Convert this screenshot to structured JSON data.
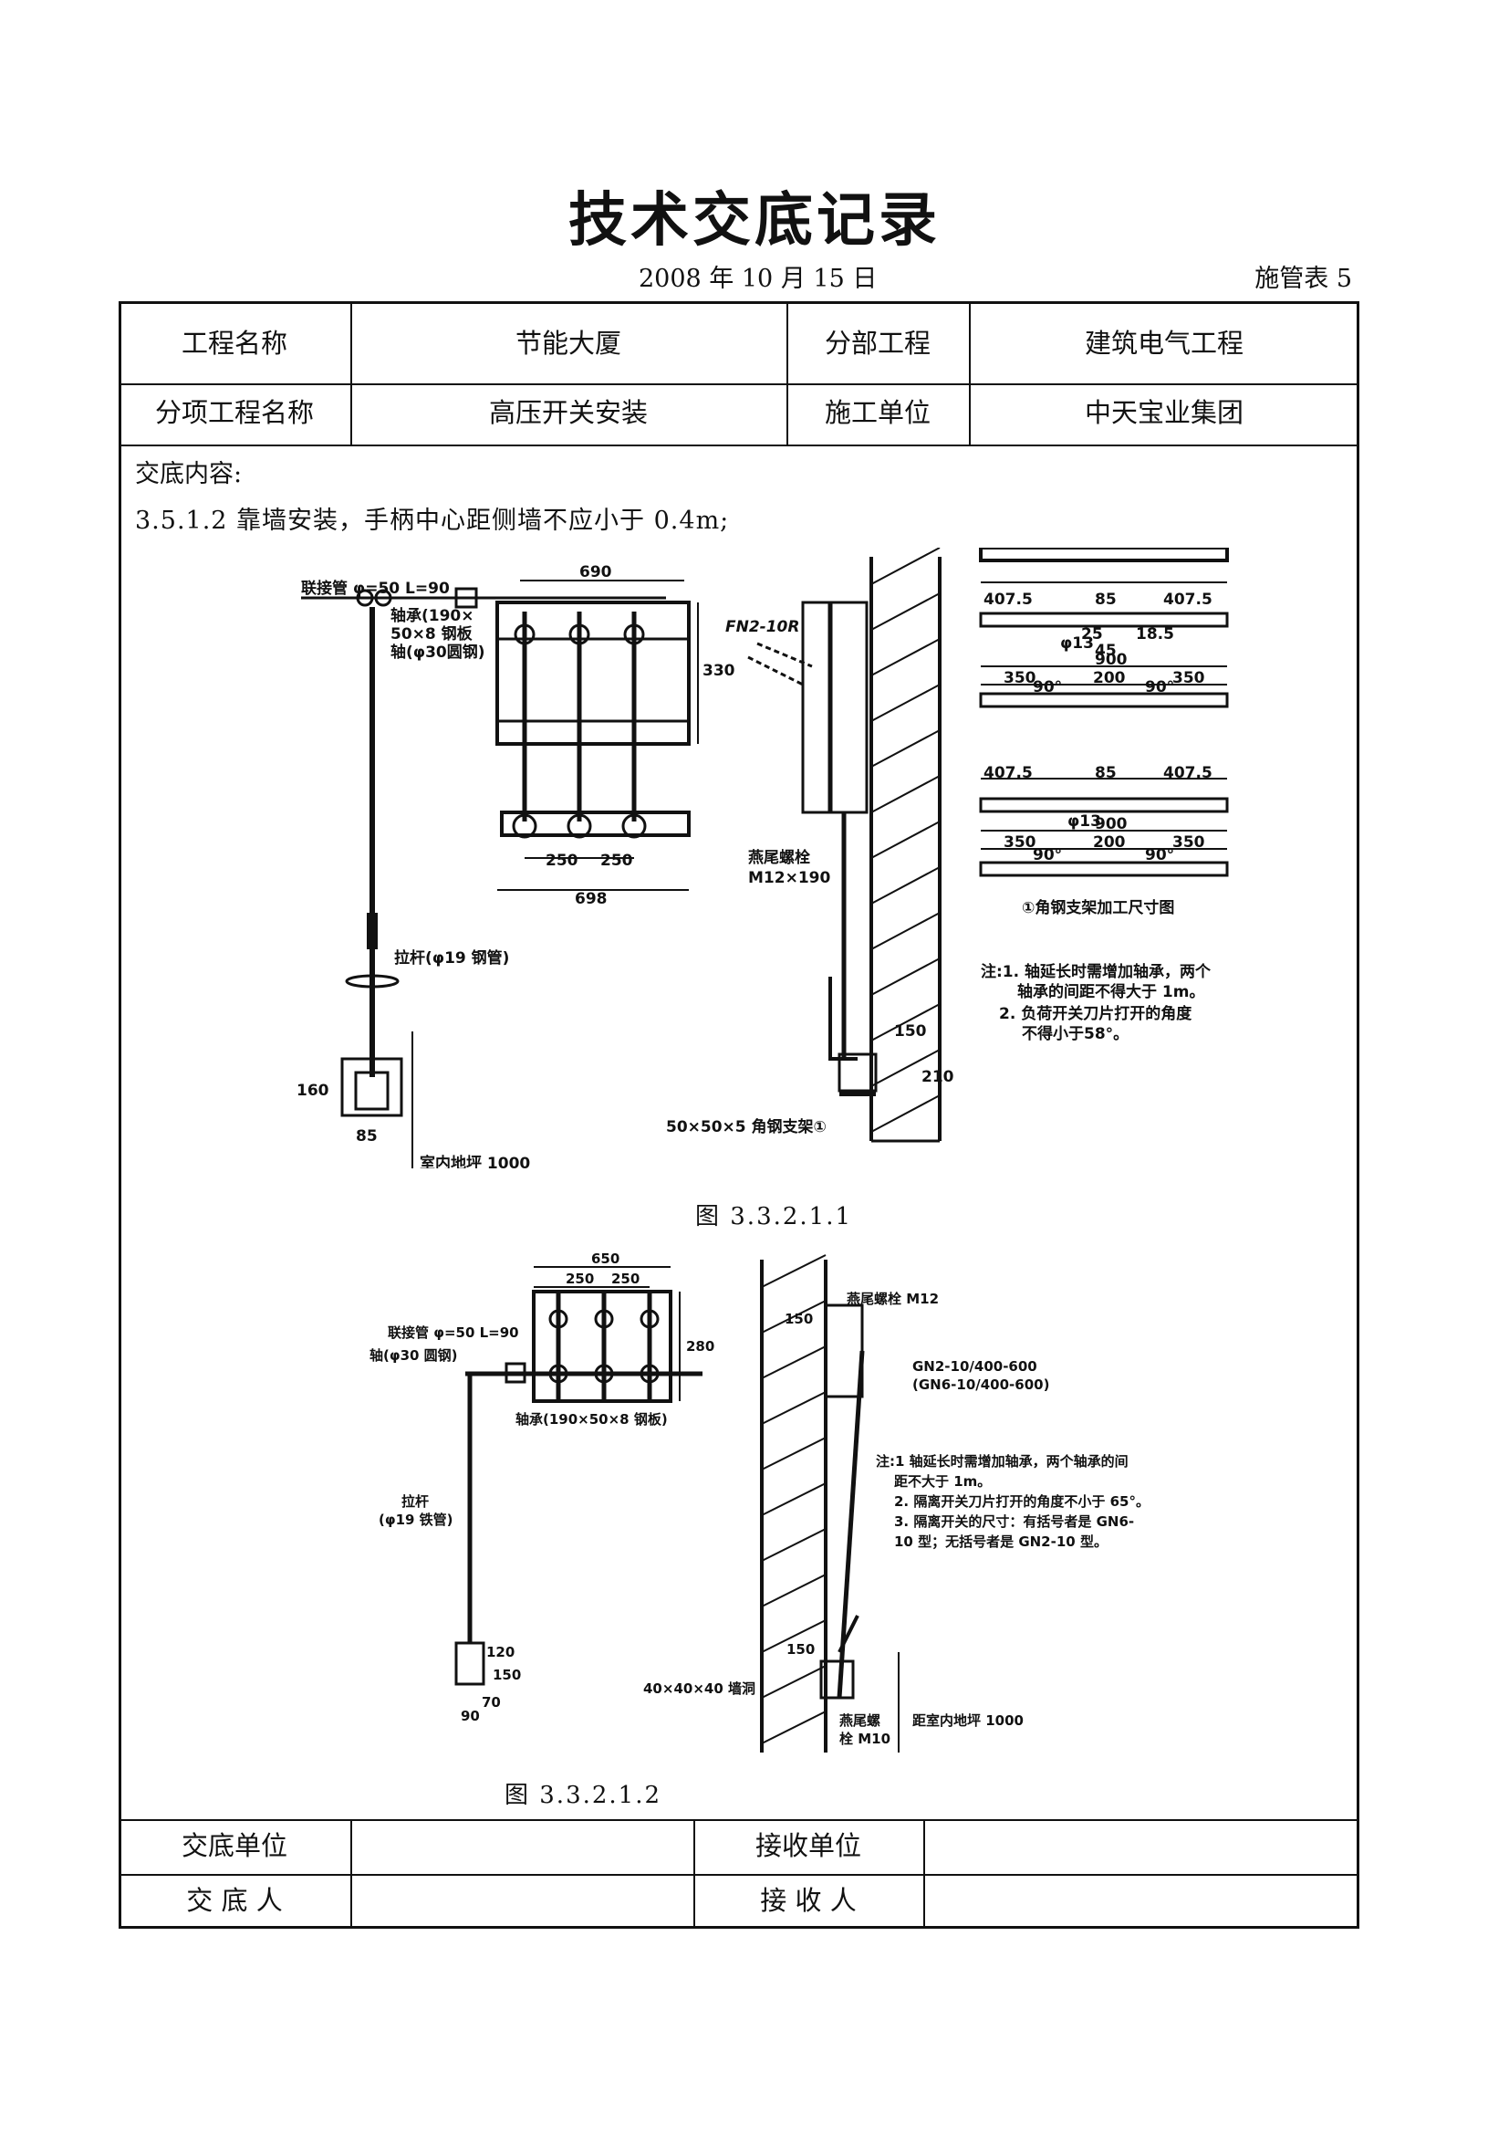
{
  "title": "技术交底记录",
  "date": "2008 年 10 月 15 日",
  "form_no": "施管表 5",
  "rows": {
    "project_label": "工程名称",
    "project_value": "节能大厦",
    "division_label": "分部工程",
    "division_value": "建筑电气工程",
    "subitem_label": "分项工程名称",
    "subitem_value": "高压开关安装",
    "contractor_label": "施工单位",
    "contractor_value": "中天宝业集团"
  },
  "content": {
    "label": "交底内容:",
    "text": "3.5.1.2 靠墙安装，手柄中心距侧墙不应小于 0.4m;"
  },
  "figure1": {
    "caption": "图 3.3.2.1.1",
    "labels": {
      "coupling": "联接管 φ=50 L=90",
      "bearing1": "轴承(190×",
      "bearing2": "50×8 钢板",
      "shaft": "轴(φ30圆钢)",
      "rod": "拉杆(φ19 钢管)",
      "dim690": "690",
      "dim330": "330",
      "dim250a": "250",
      "dim250b": "250",
      "dim698": "698",
      "model": "FN2-10R",
      "bolt1": "燕尾螺栓",
      "bolt2": "M12×190",
      "dim160": "160",
      "dim85": "85",
      "floor": "室内地坪 1000",
      "bracket": "50×50×5 角钢支架①",
      "dim150": "150",
      "dim210": "210",
      "a1": "407.5",
      "a2": "85",
      "a3": "407.5",
      "a4": "φ13",
      "a5": "25",
      "a6": "45",
      "a7": "18.5",
      "b1": "900",
      "b2": "350",
      "b3": "200",
      "b4": "350",
      "b5": "90°",
      "b6": "90°",
      "c1": "407.5",
      "c2": "85",
      "c3": "407.5",
      "c4": "φ13",
      "d1": "900",
      "d2": "350",
      "d3": "200",
      "d4": "350",
      "d5": "90°",
      "d6": "90°",
      "angle_caption": "①角钢支架加工尺寸图",
      "note1": "注:1. 轴延长时需增加轴承，两个",
      "note2": "轴承的间距不得大于 1m。",
      "note3": "2. 负荷开关刀片打开的角度",
      "note4": "不得小于58°。"
    }
  },
  "figure2": {
    "caption": "图 3.3.2.1.2",
    "labels": {
      "coupling": "联接管 φ=50 L=90",
      "shaft": "轴(φ30 圆钢)",
      "bearing": "轴承(190×50×8 钢板)",
      "rod1": "拉杆",
      "rod2": "(φ19 铁管)",
      "dim650": "650",
      "dim250a": "250",
      "dim250b": "250",
      "dim280": "280",
      "dim120": "120",
      "dim150": "150",
      "dim70": "70",
      "dim90": "90",
      "bolt_top": "燕尾螺栓 M12",
      "dim150b": "150",
      "model1": "GN2-10/400-600",
      "model2": "(GN6-10/400-600)",
      "note1": "注:1 轴延长时需增加轴承，两个轴承的间",
      "note2": "距不大于 1m。",
      "note3": "2. 隔离开关刀片打开的角度不小于 65°。",
      "note4": "3. 隔离开关的尺寸：有括号者是 GN6-",
      "note5": "10 型；无括号者是 GN2-10 型。",
      "dim150c": "150",
      "hole": "40×40×40 墙洞",
      "bolt_bot1": "燕尾螺",
      "bolt_bot2": "栓 M10",
      "floor": "距室内地坪 1000"
    }
  },
  "footer": {
    "handover_unit": "交底单位",
    "receiver_unit": "接收单位",
    "handover_person": "交 底 人",
    "receiver_person": "接 收 人"
  }
}
